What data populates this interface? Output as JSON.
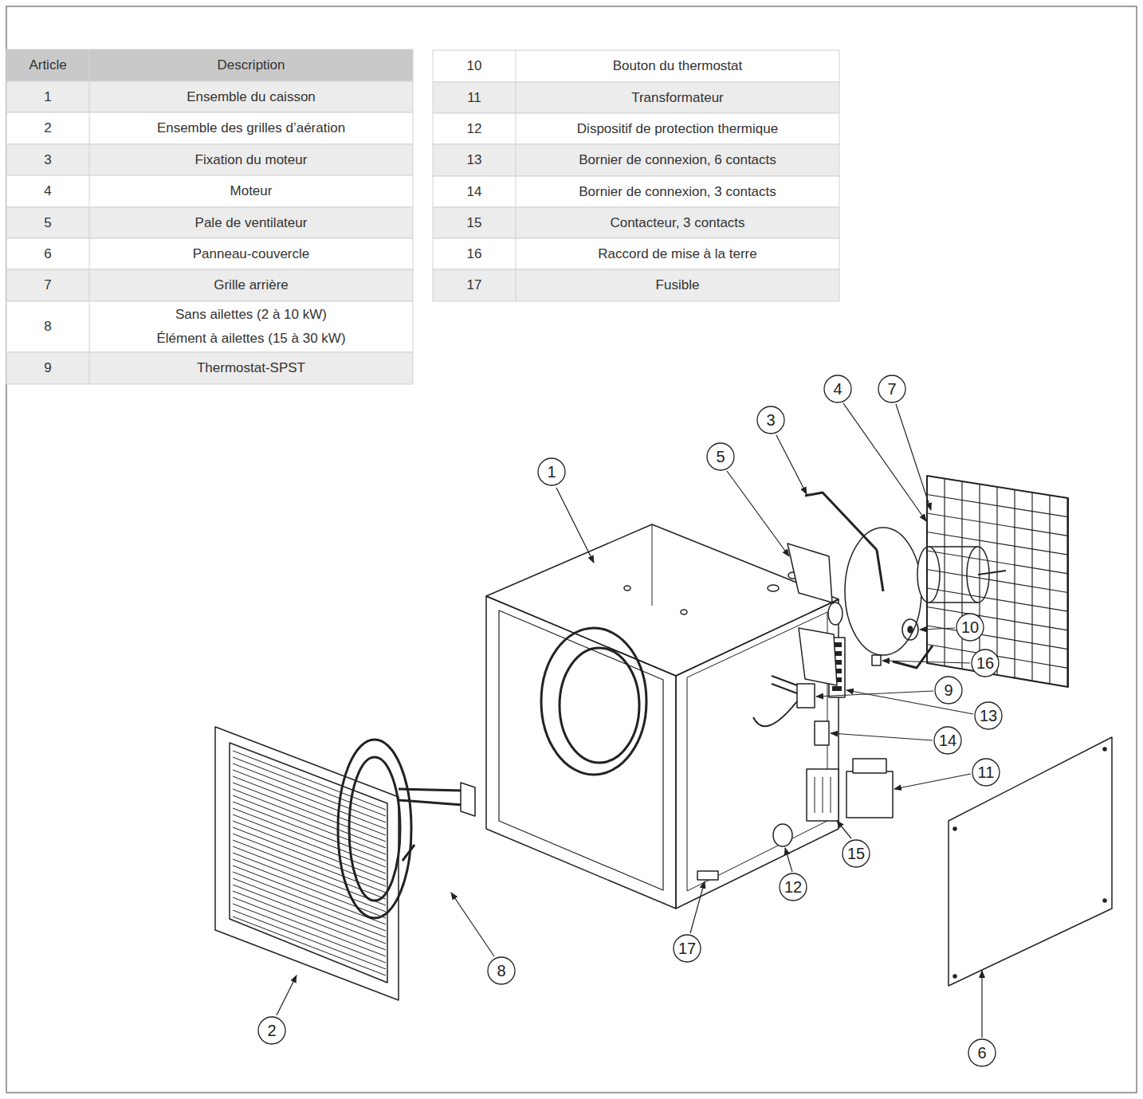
{
  "diagram": {
    "labels": [
      "Article",
      "Description",
      "1",
      "Ensemble du caisson",
      "2",
      "Ensemble des grilles d’aération",
      "3",
      "Fixation du moteur",
      "4",
      "Moteur",
      "5",
      "Pale de ventilateur",
      "6",
      "Panneau-couvercle",
      "7",
      "Grille arrière",
      "8",
      "Sans ailettes (2 à 10 kW)",
      "Élément à ailettes (15 à 30 kW)",
      "9",
      "Thermostat-SPST",
      "10",
      "Bouton du thermostat",
      "11",
      "Transformateur",
      "12",
      "Dispositif de protection thermique",
      "13",
      "Bornier de connexion, 6 contacts",
      "14",
      "Bornier de connexion, 3 contacts",
      "15",
      "Contacteur, 3 contacts",
      "16",
      "Raccord de mise à la terre",
      "17",
      "Fusible",
      "1",
      "2",
      "3",
      "4",
      "5",
      "6",
      "7",
      "8",
      "9",
      "10",
      "11",
      "12",
      "13",
      "14",
      "15",
      "16",
      "17"
    ]
  }
}
